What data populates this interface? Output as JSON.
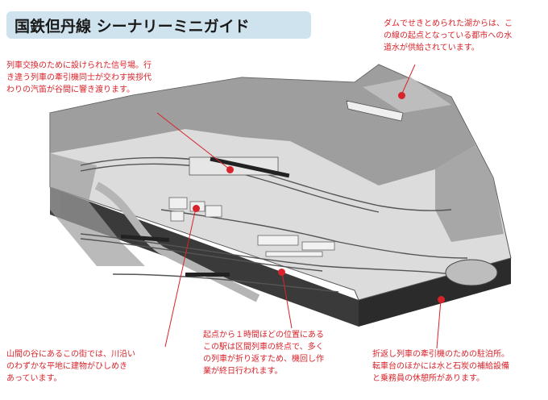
{
  "title": "国鉄但丹線 シーナリーミニガイド",
  "captions": {
    "signal": [
      "列車交換のために設けられた信号場。行",
      "き違う列車の牽引機同士が交わす挨拶代",
      "わりの汽笛が谷間に響き渡ります。"
    ],
    "dam": [
      "ダムでせきとめられた湖からは、こ",
      "の線の起点となっている都市への水",
      "道水が供給されています。"
    ],
    "town": [
      "山間の谷にあるこの街では、川沿い",
      "のわずかな平地に建物がひしめき",
      "あっています。"
    ],
    "station": [
      "起点から１時間ほどの位置にある",
      "この駅は区間列車の終点で、多く",
      "の列車が折り返すため、機回し作",
      "業が終日行われます。"
    ],
    "depot": [
      "折返し列車の牽引機のための駐泊所。",
      "転車台のほかには水と石炭の補給設備",
      "と乗務員の休憩所があります。"
    ]
  },
  "colors": {
    "accent": "#d8232a",
    "title_bg": "#cfe3ee"
  }
}
